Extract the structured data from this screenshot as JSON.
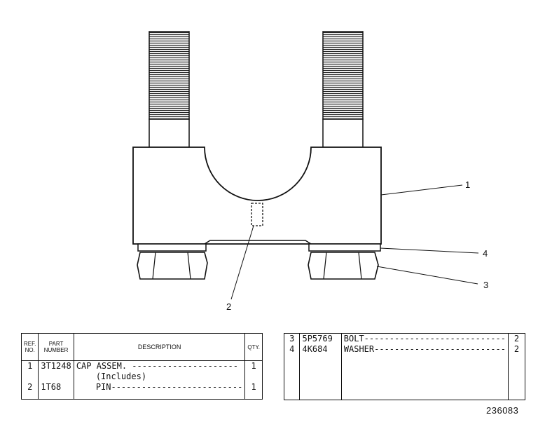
{
  "callouts": {
    "c1": "1",
    "c2": "2",
    "c3": "3",
    "c4": "4"
  },
  "left_table": {
    "headers": {
      "ref": "REF. NO.",
      "part": "PART NUMBER",
      "desc": "DESCRIPTION",
      "qty": "QTY."
    },
    "rows": [
      {
        "ref": "1",
        "part": "3T1248",
        "desc": "CAP ASSEM. ---------------------",
        "sub": "(Includes)",
        "qty": "1"
      },
      {
        "ref": "2",
        "part": "1T68",
        "desc": "PIN--------------------------",
        "qty": "1"
      }
    ]
  },
  "right_table": {
    "rows": [
      {
        "ref": "3",
        "part": "5P5769",
        "desc": "BOLT----------------------------",
        "qty": "2"
      },
      {
        "ref": "4",
        "part": "4K684",
        "desc": "WASHER--------------------------",
        "qty": "2"
      }
    ]
  },
  "doc_number": "236083"
}
